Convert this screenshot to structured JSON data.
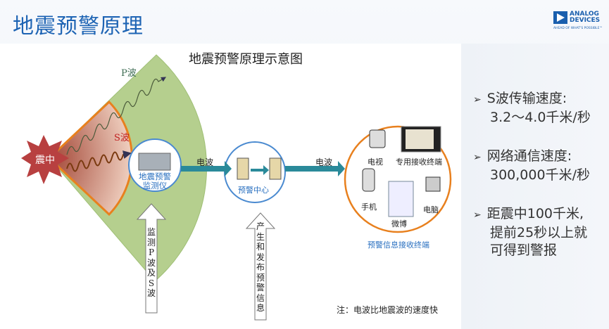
{
  "slide": {
    "title": "地震预警原理"
  },
  "logo": {
    "line1": "ANALOG",
    "line2": "DEVICES",
    "tagline": "AHEAD OF WHAT'S POSSIBLE™"
  },
  "diagram": {
    "title": "地震预警原理示意图",
    "epicenter": "震中",
    "p_wave": "P波",
    "s_wave": "S波",
    "monitor": [
      "地震预警",
      "监测仪"
    ],
    "radio1": "电波",
    "radio2": "电波",
    "center": "预警中心",
    "terminals": {
      "tv": "电视",
      "dedicated": "专用接收终端",
      "phone": "手机",
      "pc": "电脑",
      "weibo": "微博",
      "caption": "预警信息接收终端"
    },
    "arrow1_text": "监测P波及S波",
    "arrow2_text": "产生和发布预警信息",
    "note": "注：电波比地震波的速度快"
  },
  "bullets": [
    {
      "line1": "S波传输速度:",
      "line2": "3.2～4.0千米/秒"
    },
    {
      "line1": "网络通信速度:",
      "line2": "300,000千米/秒"
    },
    {
      "line1": "距震中100千米,",
      "line2": "提前25秒以上就",
      "line3": "可得到警报"
    }
  ],
  "colors": {
    "title": "#1e64b4",
    "teal": "#2a8a9a",
    "green": "#b5cf8e",
    "orange": "#e8801e",
    "red": "#b83a3a"
  }
}
